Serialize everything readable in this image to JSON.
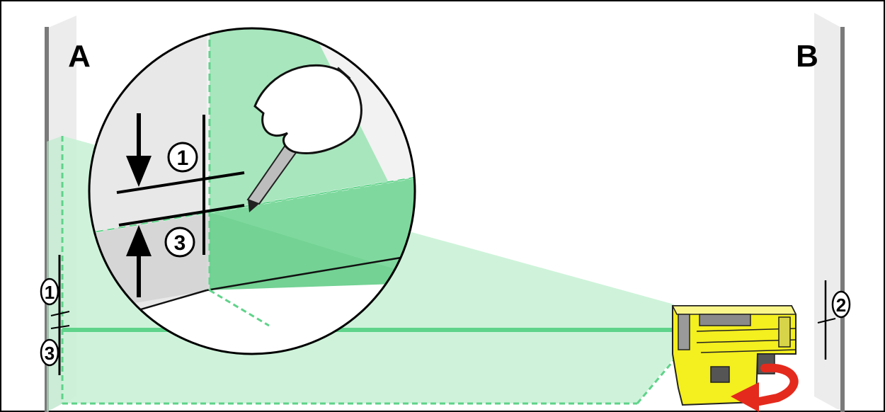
{
  "figure": {
    "wall_left_label": "A",
    "wall_right_label": "B",
    "marks": {
      "one": "1",
      "two": "2",
      "three": "3"
    }
  },
  "colors": {
    "laser_green": "#5fd38a",
    "laser_fill": "#c9f2d6",
    "device_yellow": "#f4ef1e",
    "rotation_arrow": "#e42a1d",
    "wall_gray": "#7a7a7a"
  }
}
